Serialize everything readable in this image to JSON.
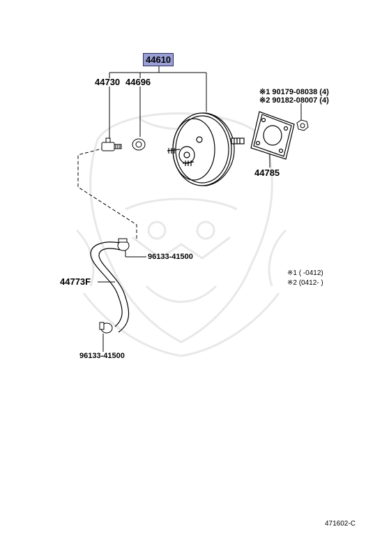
{
  "parts": {
    "main": "44610",
    "p44730": "44730",
    "p44696": "44696",
    "p44785": "44785",
    "p44773f": "44773F",
    "clip_upper": "96133-41500",
    "clip_lower": "96133-41500",
    "bolt1": "※1 90179-08038 (4)",
    "bolt2": "※2 90182-08007 (4)"
  },
  "notes": {
    "note1": "※1 (     -0412)",
    "note2": "※2  (0412-      )"
  },
  "code": "471602-C",
  "colors": {
    "highlight": "#9aa0d6",
    "ink": "#000000",
    "watermark": "#e6e6e6"
  }
}
